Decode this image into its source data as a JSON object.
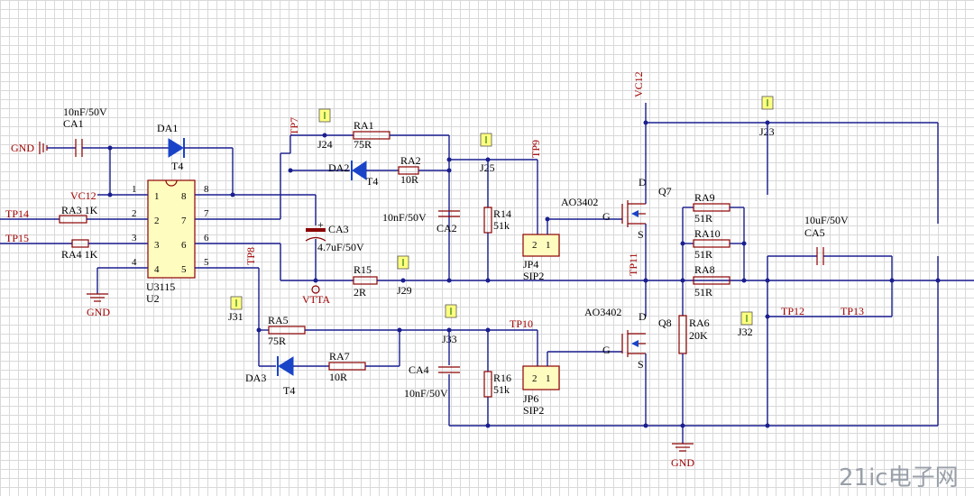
{
  "labels": {
    "gnd1": "GND",
    "ca1_val": "10nF/50V",
    "ca1": "CA1",
    "da1": "DA1",
    "t4a": "T4",
    "vc12a": "VC12",
    "tp14": "TP14",
    "tp15": "TP15",
    "ra3": "RA3 1K",
    "ra4": "RA4 1K",
    "u1_name": "U3115",
    "u1_ref": "U2",
    "gnd2": "GND",
    "tp7": "TP7",
    "j24": "J24",
    "ra1": "RA1",
    "r75a": "75R",
    "da2": "DA2",
    "t4b": "T4",
    "ra2": "RA2",
    "r10a": "10R",
    "ca3": "CA3",
    "ca3_val": "4.7uF/50V",
    "vtta": "VTTA",
    "r15": "R15",
    "r2": "2R",
    "j29": "J29",
    "tp8": "TP8",
    "j31": "J31",
    "ra5": "RA5",
    "r75b": "75R",
    "da3": "DA3",
    "t4c": "T4",
    "ra7": "RA7",
    "r10b": "10R",
    "j25": "J25",
    "ca2_val": "10nF/50V",
    "ca2": "CA2",
    "r14": "R14",
    "r51ka": "51k",
    "tp9": "TP9",
    "jp4": "JP4",
    "sip2a": "SIP2",
    "ao1": "AO3402",
    "q7": "Q7",
    "vc12b": "VC12",
    "j23": "J23",
    "ra9": "RA9",
    "r51a": "51R",
    "ra10": "RA10",
    "r51b": "51R",
    "ra8": "RA8",
    "r51c": "51R",
    "tp11": "TP11",
    "ca5_val": "10uF/50V",
    "ca5": "CA5",
    "j33": "J33",
    "ca4": "CA4",
    "ca4_val": "10nF/50V",
    "r16": "R16",
    "r51kb": "51k",
    "tp10": "TP10",
    "jp6": "JP6",
    "sip2b": "SIP2",
    "ao2": "AO3402",
    "q8": "Q8",
    "ra6": "RA6",
    "r20k": "20K",
    "j32": "J32",
    "tp12": "TP12",
    "tp13": "TP13",
    "gnd3": "GND",
    "wm": "21ic电子网"
  }
}
